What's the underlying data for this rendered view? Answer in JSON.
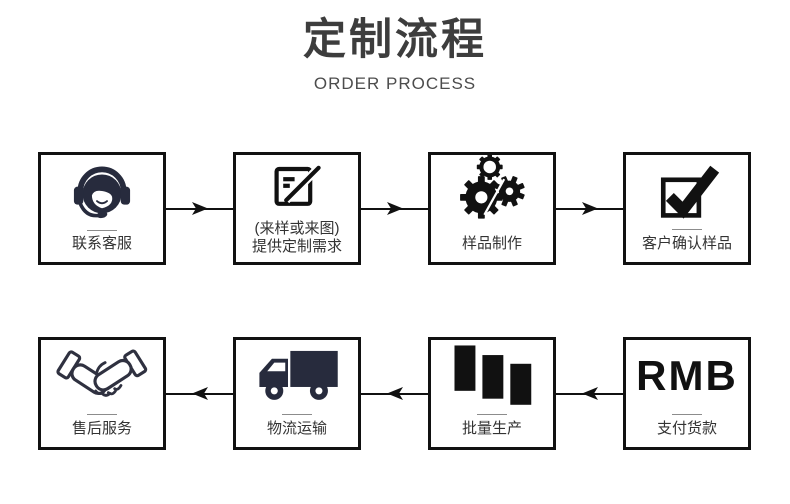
{
  "header": {
    "title": "定制流程",
    "subtitle": "ORDER PROCESS"
  },
  "colors": {
    "background": "#ffffff",
    "box_border": "#111111",
    "arrow": "#111111",
    "title": "#3d3d3d",
    "subtitle": "#4c4c4c",
    "label": "#333333",
    "divider_line": "#8c8c8c",
    "icon_navy": "#272b3d",
    "icon_black": "#111111",
    "handshake_stroke": "#2f3140"
  },
  "rows": [
    {
      "arrow_direction": "right",
      "steps": [
        {
          "label": "联系客服",
          "icon": "headset-icon"
        },
        {
          "label": "(来样或来图)",
          "label2": "提供定制需求",
          "icon": "document-pen-icon"
        },
        {
          "label": "样品制作",
          "icon": "gears-icon"
        },
        {
          "label": "客户确认样品",
          "icon": "checkbox-check-icon"
        }
      ]
    },
    {
      "arrow_direction": "left",
      "steps": [
        {
          "label": "售后服务",
          "icon": "handshake-icon"
        },
        {
          "label": "物流运输",
          "icon": "truck-icon"
        },
        {
          "label": "批量生产",
          "icon": "bar-chart-icon"
        },
        {
          "label": "支付货款",
          "icon": "rmb-text",
          "icon_text": "RMB"
        }
      ]
    }
  ]
}
